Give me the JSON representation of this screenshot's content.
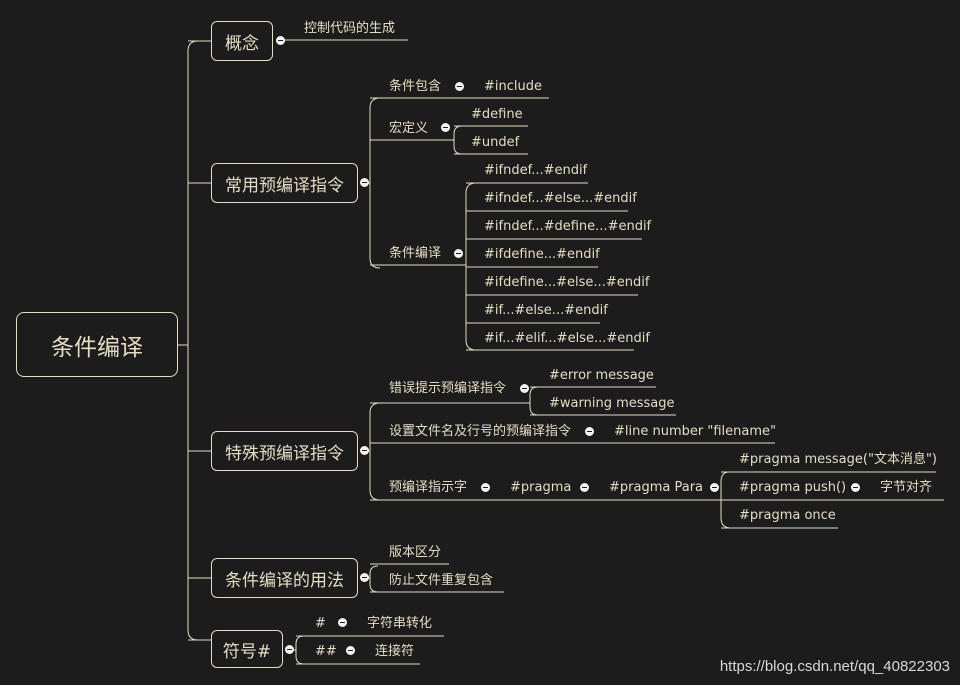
{
  "root": "条件编译",
  "branches": {
    "concept": {
      "label": "概念",
      "children": [
        "控制代码的生成"
      ]
    },
    "common": {
      "label": "常用预编译指令",
      "include": {
        "label": "条件包含",
        "value": "#include"
      },
      "macro": {
        "label": "宏定义",
        "values": [
          "#define",
          "#undef"
        ]
      },
      "cond": {
        "label": "条件编译",
        "values": [
          "#ifndef...#endif",
          "#ifndef...#else...#endif",
          "#ifndef...#define...#endif",
          "#ifdefine...#endif",
          "#ifdefine...#else...#endif",
          "#if...#else...#endif",
          "#if...#elif...#else...#endif"
        ]
      }
    },
    "special": {
      "label": "特殊预编译指令",
      "error": {
        "label": "错误提示预编译指令",
        "values": [
          "#error message",
          "#warning message"
        ]
      },
      "line": {
        "label": "设置文件名及行号的预编译指令",
        "value": "#line number \"filename\""
      },
      "pragma": {
        "label": "预编译指示字",
        "l1": "#pragma",
        "l2": "#pragma Para",
        "items": [
          "#pragma message(\"文本消息\")",
          "#pragma push()",
          "#pragma once"
        ],
        "push_child": "字节对齐"
      }
    },
    "usage": {
      "label": "条件编译的用法",
      "children": [
        "版本区分",
        "防止文件重复包含"
      ]
    },
    "symbol": {
      "label": "符号#",
      "items": [
        {
          "label": "#",
          "child": "字符串转化"
        },
        {
          "label": "##",
          "child": "连接符"
        }
      ]
    }
  },
  "watermark": "https://blog.csdn.net/qq_40822303"
}
